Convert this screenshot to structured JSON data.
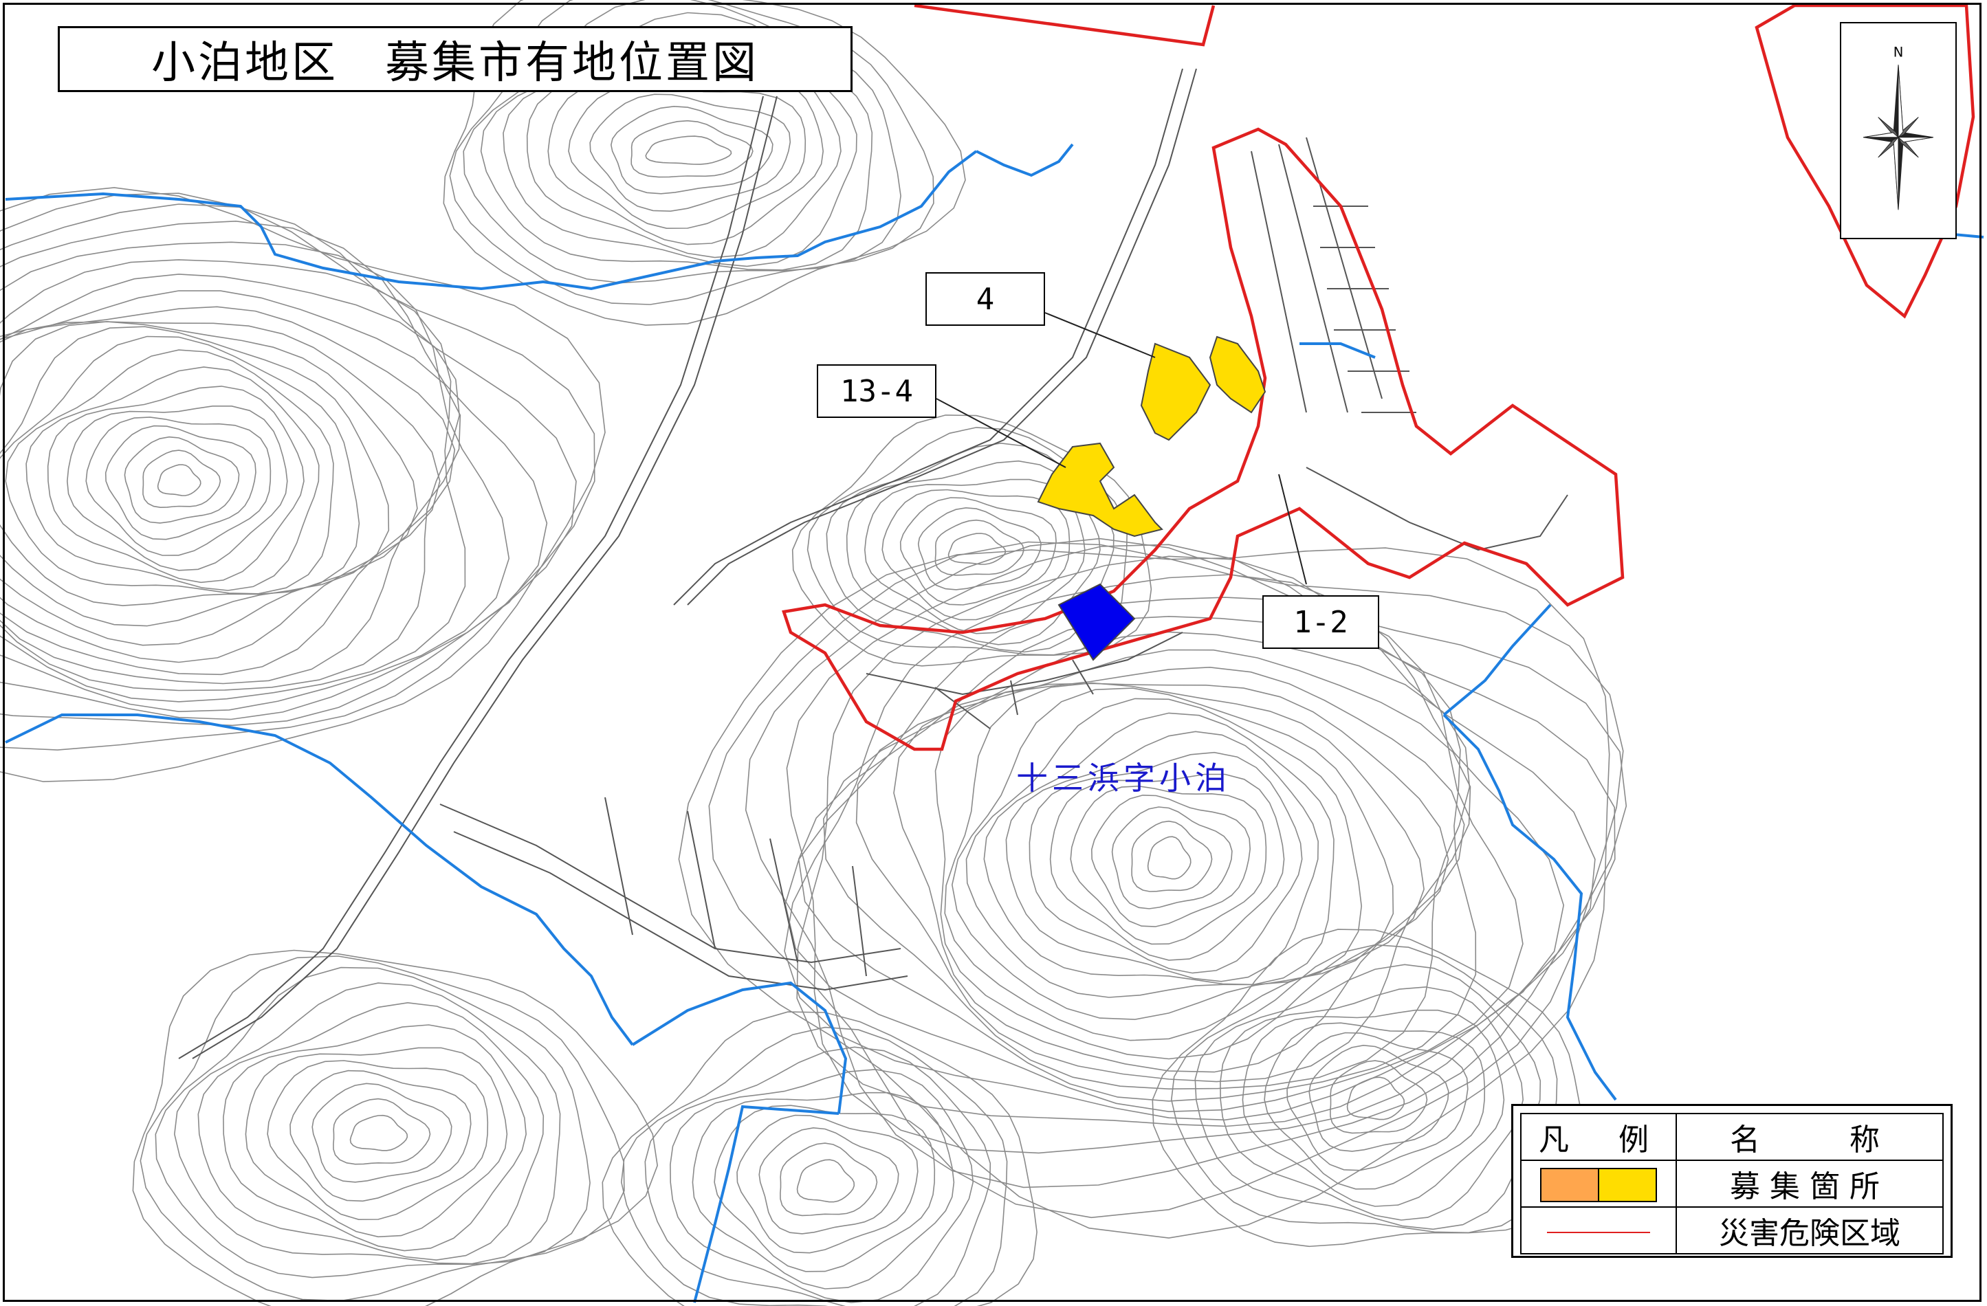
{
  "title": "小泊地区　募集市有地位置図",
  "parcels": [
    {
      "id": "4",
      "label": "4"
    },
    {
      "id": "13-4",
      "label": "13-4"
    },
    {
      "id": "1-2",
      "label": "1-2"
    }
  ],
  "place_name": "十三浜字小泊",
  "compass": {
    "north_label": "N"
  },
  "legend": {
    "header_symbol": "凡　例",
    "header_name": "名　　称",
    "rows": [
      {
        "name": "募集箇所",
        "swatches": [
          "#ffa64d",
          "#ffdd00"
        ]
      },
      {
        "name": "災害危険区域",
        "line_color": "#e02020"
      }
    ]
  },
  "colors": {
    "recruitment_area": "#ffdd00",
    "recruitment_area_alt": "#ffa64d",
    "parcel_blue": "#0000ee",
    "hazard_boundary": "#e02020",
    "district_boundary": "#1e7fe0",
    "place_name_text": "#1a1acc"
  }
}
